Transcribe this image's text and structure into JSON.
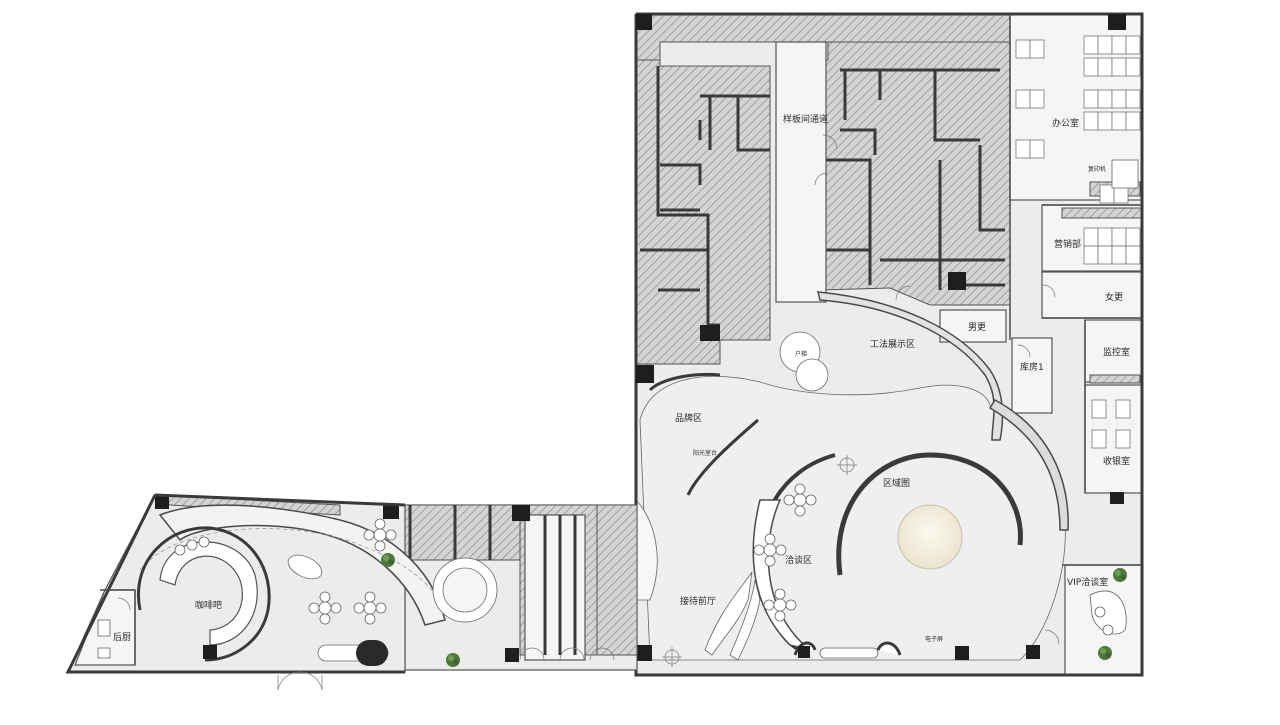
{
  "rooms": {
    "sample_corridor": "样板间通道",
    "office": "办公室",
    "copier": "复印机",
    "marketing": "营销部",
    "women_locker": "女更",
    "men_locker": "男更",
    "process_display": "工法展示区",
    "stair": "户梯",
    "storage": "库房1",
    "monitor": "监控室",
    "brand": "品牌区",
    "sunlight": "阳光室台",
    "cashier": "收银室",
    "area_map": "区域图",
    "negotiation": "洽谈区",
    "vip": "VIP洽谈室",
    "reception": "接待前厅",
    "screen": "电子屏",
    "cafe": "咖啡吧",
    "kitchen": "后厨"
  },
  "colors": {
    "floor": "#ececec",
    "hatch_bg": "#d4d4d4",
    "hatch_line": "#8a8a8a",
    "wall": "#3a3a3a",
    "column": "#1e1e1e",
    "plant": "#4d7a3a",
    "model": "#f7f2e2"
  },
  "icons": {
    "plant": "potted-plant-icon",
    "table": "round-table-icon",
    "column": "structural-column-icon"
  }
}
